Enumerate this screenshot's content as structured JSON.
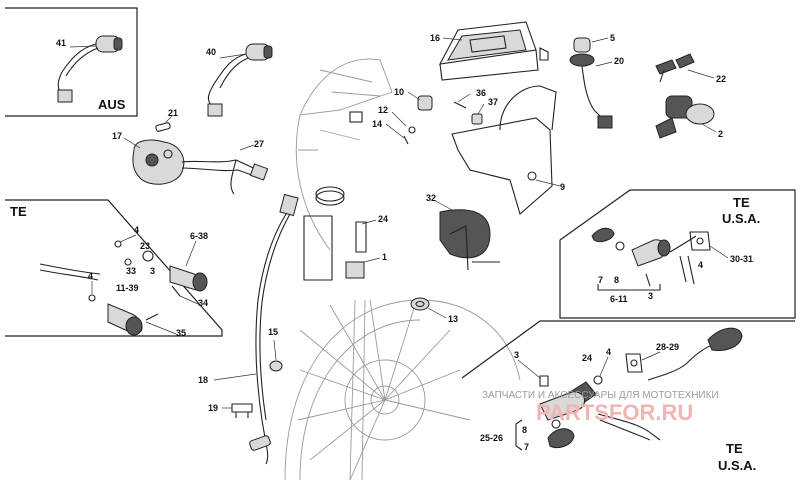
{
  "panels": {
    "aus": "AUS",
    "te_left": "TE",
    "te_usa_upper_te": "TE",
    "te_usa_upper_usa": "U.S.A.",
    "te_usa_lower_te": "TE",
    "te_usa_lower_usa": "U.S.A."
  },
  "watermark": {
    "line1": "ЗАПЧАСТИ И АКСЕССУАРЫ ДЛЯ МОТОТЕХНИКИ",
    "line2": "PARTSFOR.RU"
  },
  "labels": {
    "p41": "41",
    "p40": "40",
    "p21": "21",
    "p17": "17",
    "p27": "27",
    "p16": "16",
    "p5": "5",
    "p20": "20",
    "p22": "22",
    "p2": "2",
    "p10": "10",
    "p36": "36",
    "p37": "37",
    "p12": "12",
    "p14": "14",
    "p9": "9",
    "p32": "32",
    "p24": "24",
    "p1": "1",
    "p13": "13",
    "p15": "15",
    "p18": "18",
    "p19": "19",
    "tl4a": "4",
    "tl23": "23",
    "tl6_38": "6-38",
    "tl33": "33",
    "tl3": "3",
    "tl4b": "4",
    "tl11_39": "11-39",
    "tl34": "34",
    "tl35": "35",
    "ur7": "7",
    "ur8": "8",
    "ur4": "4",
    "ur30_31": "30-31",
    "ur6_11": "6-11",
    "ur3": "3",
    "lr3": "3",
    "lr24": "24",
    "lr4": "4",
    "lr28_29": "28-29",
    "lr8": "8",
    "lr7": "7",
    "lr25_26": "25-26"
  }
}
